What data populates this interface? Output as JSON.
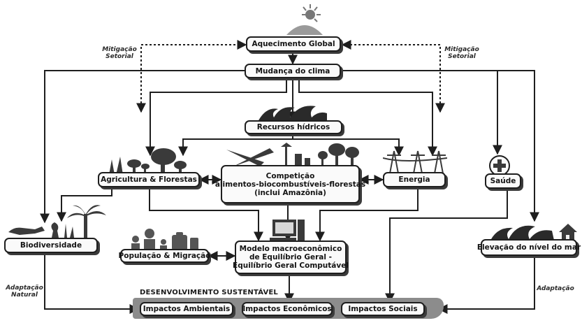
{
  "nodes": {
    "aquecimento": "Aquecimento Global",
    "mudanca": "Mudança do clima",
    "recursos": "Recursos hídricos",
    "agricultura": "Agricultura & Florestas",
    "competicao": [
      "Competição",
      "\"alimentos-biocombustíveis-florestas\"",
      "(inclui Amazônia)"
    ],
    "energia": "Energia",
    "saude": "Saúde",
    "biodiversidade": "Biodiversidade",
    "populacao": "População & Migração",
    "modelo": [
      "Modelo macroeconômico",
      "de Equilíbrio Geral -",
      "Equilíbrio Geral Computável"
    ],
    "elevacao": "Elevação do nível do mar"
  },
  "annotations": {
    "mitigacao_left": [
      "Mitigação",
      "Setorial"
    ],
    "mitigacao_right": [
      "Mitigação",
      "Setorial"
    ],
    "adaptacao_natural": [
      "Adaptação",
      "Natural"
    ],
    "adaptacao": "Adaptação"
  },
  "desenvolvimento": {
    "title": "DESENVOLVIMENTO SUSTENTÁVEL",
    "impactos": [
      "Impactos Ambientais",
      "Impactos Econômicos",
      "Impactos Sociais"
    ]
  },
  "colors": {
    "ink": "#1e1e1e",
    "box_fill": "#fafafa",
    "shadow": "#3b3b3b",
    "band": "#8c8c8c"
  }
}
